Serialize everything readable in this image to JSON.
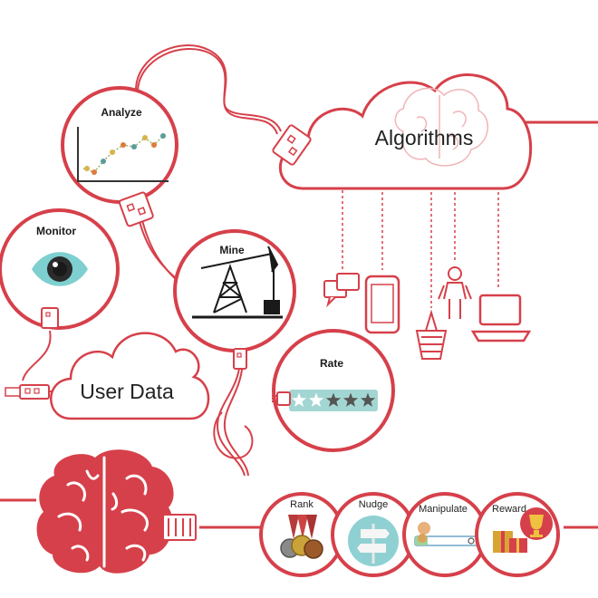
{
  "nodes": {
    "analyze": "Analyze",
    "monitor": "Monitor",
    "mine": "Mine",
    "rate": "Rate",
    "algorithms": "Algorithms",
    "user_data": "User Data"
  },
  "bottom_steps": {
    "rank": "Rank",
    "nudge": "Nudge",
    "manipulate": "Manipulate",
    "reward": "Reward"
  },
  "colors": {
    "accent": "#d6404a",
    "accent_light": "#e88a8f",
    "eye_teal": "#7ecfd0",
    "sign_teal": "#8fd0d3",
    "star_teal": "#a3d6d3",
    "dark": "#333333",
    "medal_gold": "#c9a23a",
    "gift_gold": "#d8a534"
  },
  "rating": {
    "filled": 2,
    "total": 5
  },
  "icons": [
    "eye-icon",
    "chart-icon",
    "oil-pump-icon",
    "star-rating-icon",
    "brain-icon",
    "cloud-icon",
    "usb-plug-icon",
    "phone-icon",
    "chat-icon",
    "basket-icon",
    "person-icon",
    "laptop-icon",
    "medals-icon",
    "signpost-icon",
    "slider-icon",
    "trophy-icon",
    "gift-icon"
  ]
}
